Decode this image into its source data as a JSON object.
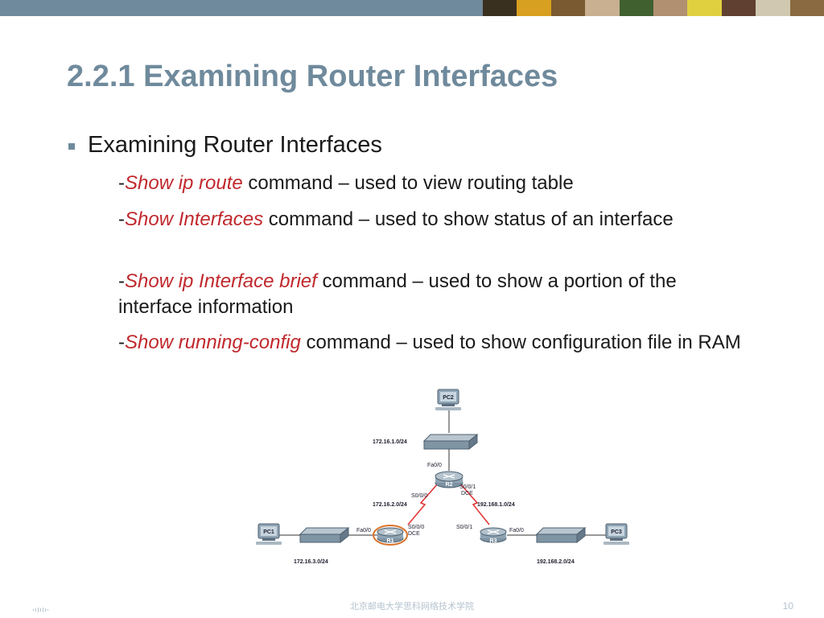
{
  "slide": {
    "title": "2.2.1 Examining Router Interfaces",
    "bullet": "Examining Router Interfaces",
    "items": [
      {
        "cmd": "Show ip route",
        "rest": " command – used to view routing table"
      },
      {
        "cmd": "Show Interfaces",
        "rest": " command – used to show status of an interface"
      },
      {
        "cmd": "Show ip Interface brief",
        "rest": " command – used to show a portion of the interface information"
      },
      {
        "cmd": "Show running-config",
        "rest": " command – used to show configuration file in RAM"
      }
    ],
    "dash": "-"
  },
  "diagram": {
    "pc2": "PC2",
    "pc1": "PC1",
    "pc3": "PC3",
    "r1": "R1",
    "r2": "R2",
    "r3": "R3",
    "net_top": "172.16.1.0/24",
    "net_left_link": "172.16.2.0/24",
    "net_right_link": "192.168.1.0/24",
    "net_bottom_left": "172.16.3.0/24",
    "net_bottom_right": "192.168.2.0/24",
    "r2_fa": "Fa0/0",
    "r2_s000": "S0/0/0",
    "r2_s001": "S0/0/1",
    "r2_dce": "DCE",
    "r1_fa": "Fa0/0",
    "r1_s000": "S0/0/0",
    "r1_dce": "DCE",
    "r3_s001": "S0/0/1",
    "r3_fa": "Fa0/0"
  },
  "footer": {
    "institution": "北京邮电大学思科网络技术学院",
    "page": "10"
  },
  "colors": {
    "header": "#6f8a9c",
    "command": "#c0282c",
    "serial_link": "#e03030"
  }
}
